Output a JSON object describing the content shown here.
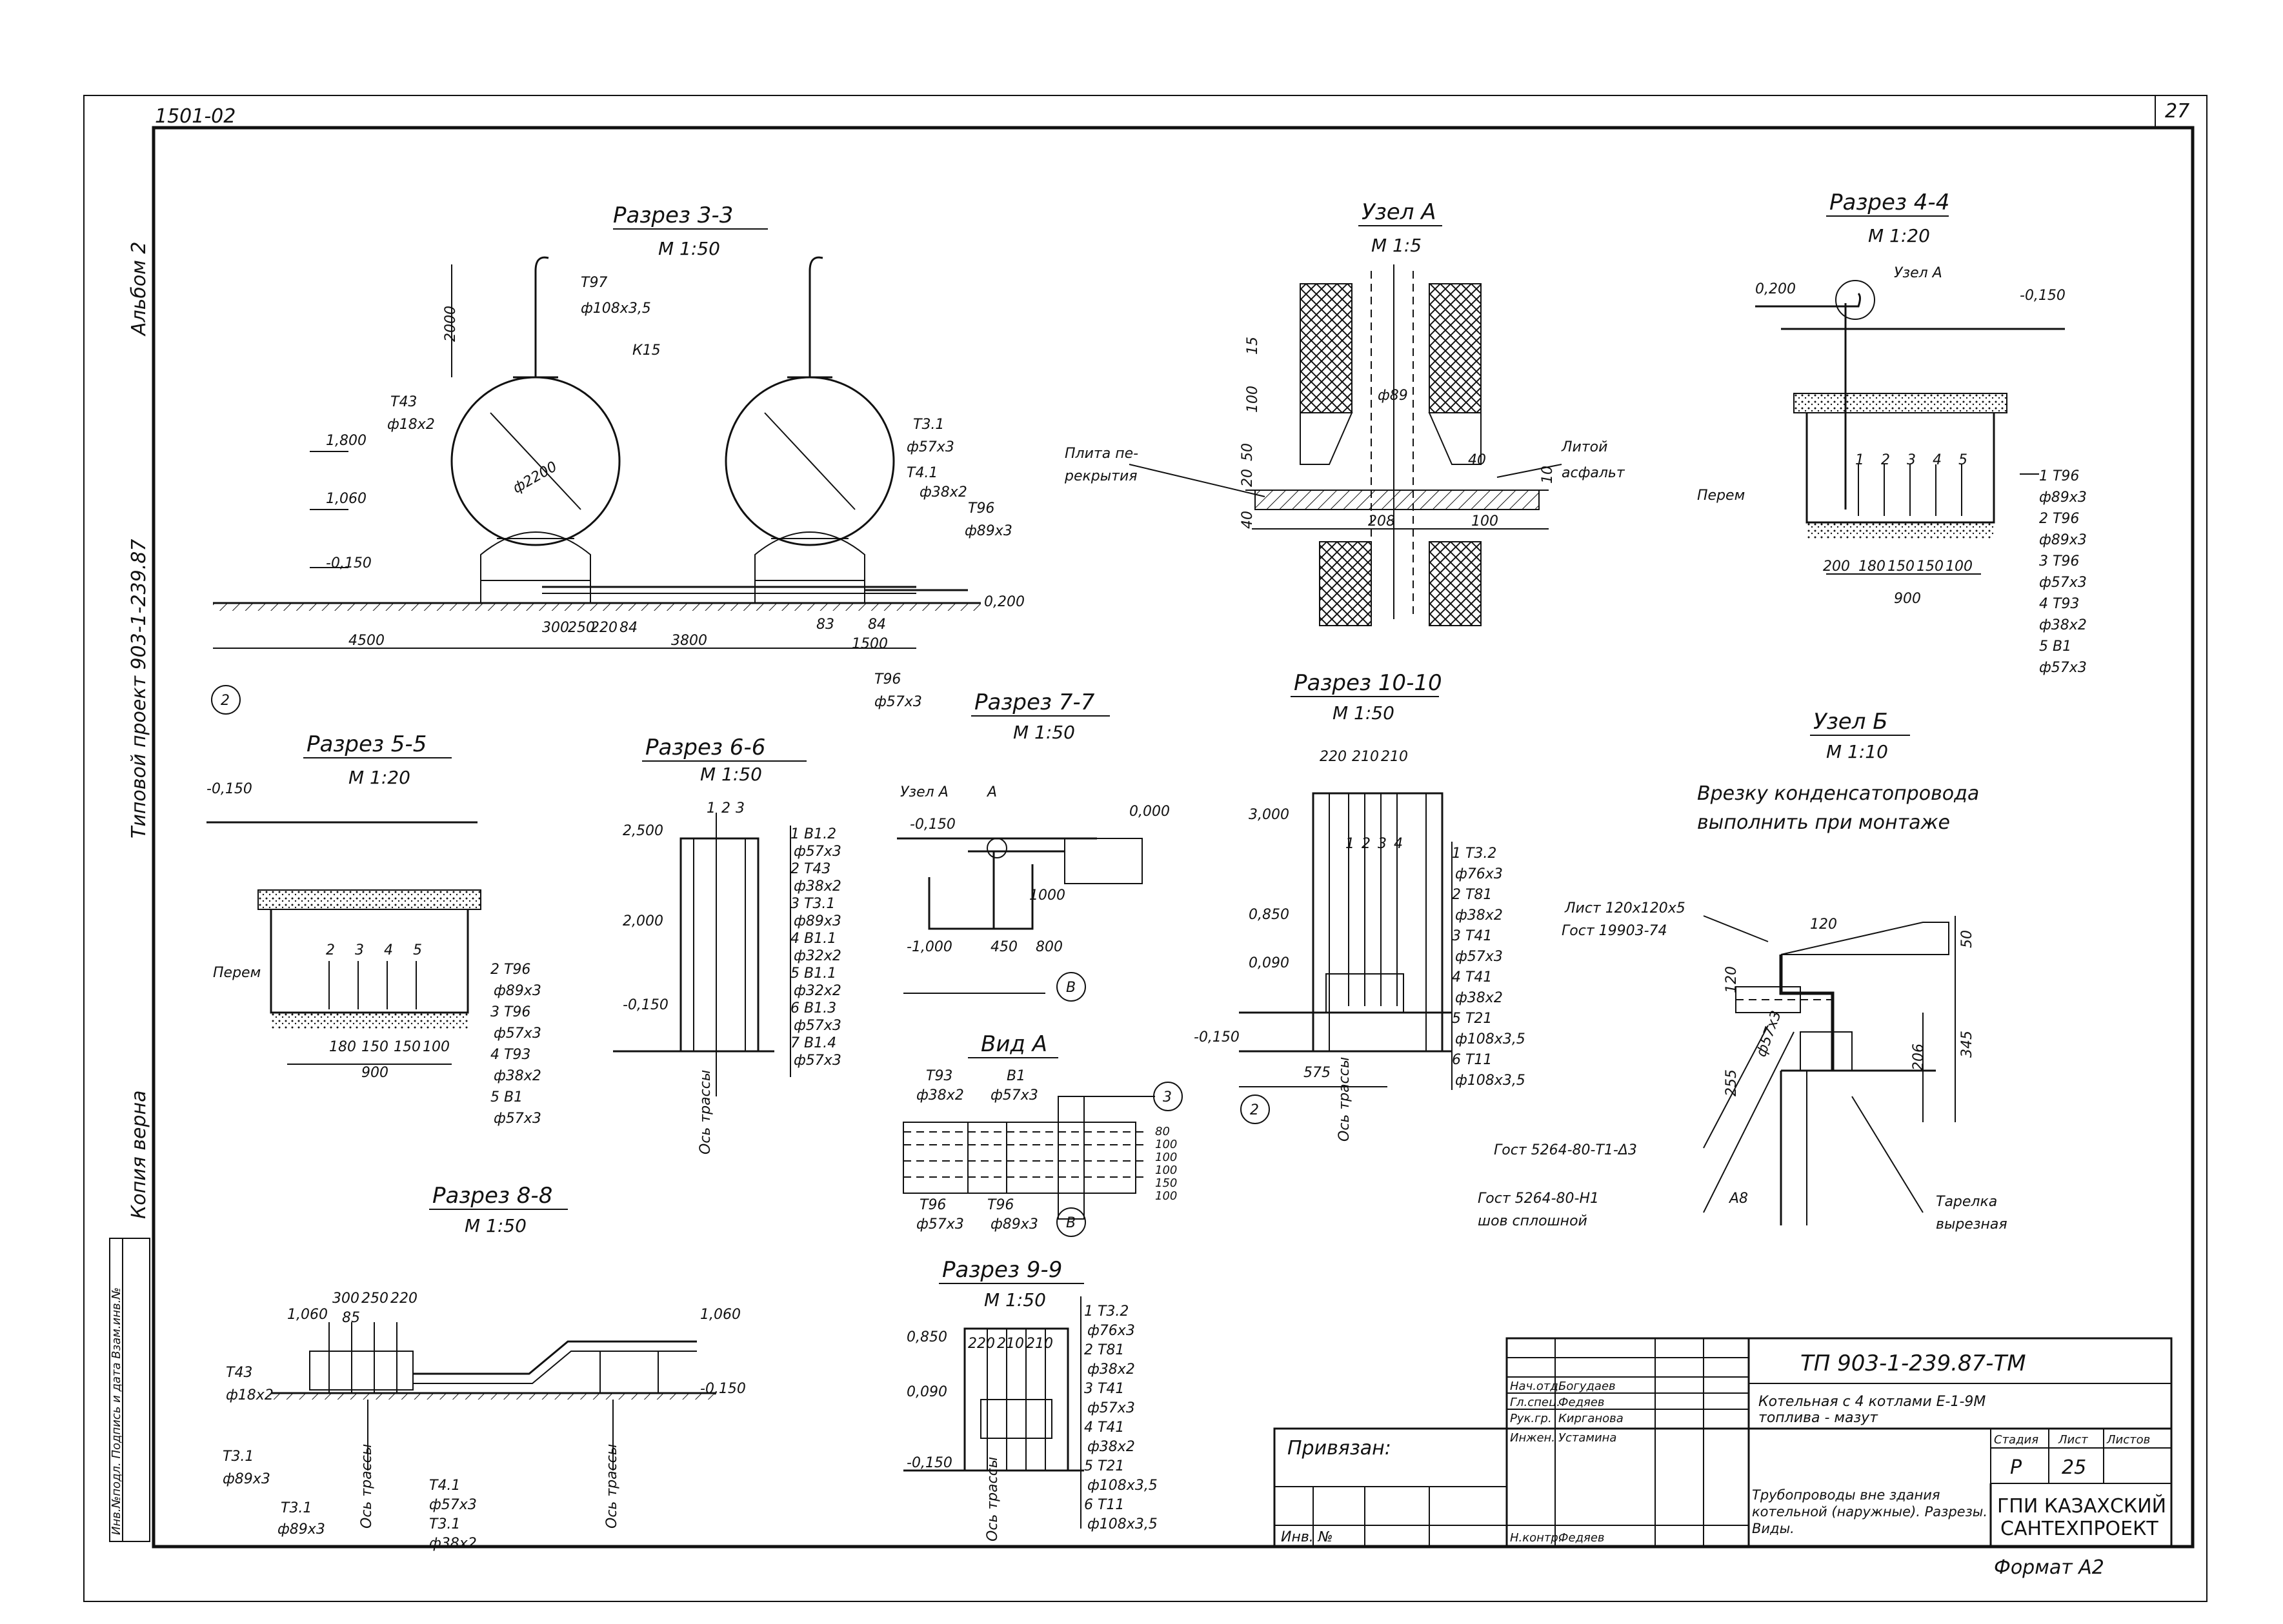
{
  "sheet": {
    "top_code": "1501-02",
    "sheet_number": "27",
    "format_label": "Формат А2",
    "side_labels": {
      "album": "Альбом 2",
      "project": "Типовой проект 903-1-239.87",
      "copy": "Копия верна",
      "stamp": "Инв.№подл.  Подпись и дата  Взам.инв.№"
    }
  },
  "views": {
    "razrez33": {
      "title": "Разрез 3-3",
      "scale": "М 1:50",
      "labels": [
        "2000",
        "Т97",
        "ф108х3,5",
        "К15",
        "Т43",
        "ф18х2",
        "1,800",
        "1,060",
        "-0,150",
        "ф2200",
        "Т3.1",
        "ф57х3",
        "Т4.1",
        "ф38х2",
        "Т96",
        "ф89х3",
        "0,200",
        "300",
        "250",
        "220",
        "84",
        "4500",
        "3800",
        "83",
        "84",
        "1500",
        "Т96",
        "ф57х3",
        "2"
      ]
    },
    "uzelA": {
      "title": "Узел А",
      "scale": "М 1:5",
      "labels": [
        "15",
        "100",
        "20",
        "50",
        "40",
        "ф89",
        "40",
        "10",
        "208",
        "100",
        "Плита пе-",
        "рекрытия",
        "Литой",
        "асфальт"
      ]
    },
    "razrez44": {
      "title": "Разрез 4-4",
      "scale": "М 1:20",
      "labels": [
        "0,200",
        "Узел А",
        "-0,150",
        "Перем",
        "1",
        "2",
        "3",
        "4",
        "5",
        "200",
        "180",
        "150",
        "150",
        "100",
        "900"
      ],
      "legend": [
        "1 Т96",
        "ф89х3",
        "2 Т96",
        "ф89х3",
        "3 Т96",
        "ф57х3",
        "4 Т93",
        "ф38х2",
        "5 В1",
        "ф57х3"
      ]
    },
    "razrez55": {
      "title": "Разрез 5-5",
      "scale": "М 1:20",
      "labels": [
        "-0,150",
        "Перем",
        "2",
        "3",
        "4",
        "5",
        "180",
        "150",
        "150",
        "100",
        "900"
      ],
      "legend": [
        "2 Т96",
        "ф89х3",
        "3 Т96",
        "ф57х3",
        "4 Т93",
        "ф38х2",
        "5 В1",
        "ф57х3"
      ]
    },
    "razrez66": {
      "title": "Разрез 6-6",
      "scale": "М 1:50",
      "labels": [
        "2,500",
        "1",
        "2",
        "3",
        "2,000",
        "-0,150",
        "Ось трассы"
      ],
      "legend": [
        "1 В1.2",
        "ф57х3",
        "2 Т43",
        "ф38х2",
        "3 Т3.1",
        "ф89х3",
        "4 В1.1",
        "ф32х2",
        "5 В1.1",
        "ф32х2",
        "6 В1.3",
        "ф57х3",
        "7 В1.4",
        "ф57х3"
      ]
    },
    "razrez77": {
      "title": "Разрез 7-7",
      "scale": "М 1:50",
      "labels": [
        "Узел А",
        "А",
        "-0,150",
        "0,000",
        "1000",
        "-1,000",
        "450",
        "800",
        "В"
      ]
    },
    "vidA": {
      "title": "Вид А",
      "labels": [
        "Т93",
        "ф38х2",
        "В1",
        "ф57х3",
        "3",
        "Т96",
        "ф57х3",
        "Т96",
        "ф89х3",
        "В",
        "80",
        "100",
        "100",
        "100",
        "150",
        "100"
      ]
    },
    "razrez1010": {
      "title": "Разрез 10-10",
      "scale": "М 1:50",
      "labels": [
        "220",
        "210",
        "210",
        "1",
        "2",
        "3",
        "4",
        "3,000",
        "0,850",
        "0,090",
        "-0,150",
        "575",
        "2",
        "Ось трассы"
      ],
      "legend": [
        "1 Т3.2",
        "ф76х3",
        "2 Т81",
        "ф38х2",
        "3 Т41",
        "ф57х3",
        "4 Т41",
        "ф38х2",
        "5 Т21",
        "ф108х3,5",
        "6 Т11",
        "ф108х3,5"
      ]
    },
    "uzelB": {
      "title": "Узел Б",
      "scale": "М 1:10",
      "note1": "Врезку конденсатопровода",
      "note2": "выполнить при монтаже",
      "labels": [
        "Лист 120х120х5",
        "Гост 19903-74",
        "120",
        "50",
        "120",
        "255",
        "206",
        "345",
        "ф57х3",
        "Гост 5264-80-Т1-Δ3",
        "Гост 5264-80-Н1",
        "шов сплошной",
        "А8",
        "Тарелка",
        "вырезная"
      ]
    },
    "razrez88": {
      "title": "Разрез 8-8",
      "scale": "М 1:50",
      "labels": [
        "1,060",
        "300",
        "250",
        "220",
        "85",
        "1,060",
        "-0,150",
        "Т43",
        "ф18х2",
        "Т3.1",
        "ф89х3",
        "Т3.1",
        "ф89х3",
        "Т4.1",
        "ф57х3",
        "Т3.1",
        "ф38х2",
        "Ось трассы",
        "Ось трассы"
      ]
    },
    "razrez99": {
      "title": "Разрез 9-9",
      "scale": "М 1:50",
      "labels": [
        "0,850",
        "220",
        "210",
        "210",
        "0,090",
        "-0,150",
        "Ось трассы"
      ],
      "legend": [
        "1 Т3.2",
        "ф76х3",
        "2 Т81",
        "ф38х2",
        "3 Т41",
        "ф57х3",
        "4 Т41",
        "ф38х2",
        "5 Т21",
        "ф108х3,5",
        "6 Т11",
        "ф108х3,5"
      ]
    }
  },
  "title_block": {
    "doc_code": "ТП 903-1-239.87-ТМ",
    "object_line1": "Котельная с 4 котлами Е-1-9М",
    "object_line2": "топлива - мазут",
    "signatures": [
      {
        "role": "Нач.отд.",
        "name": "Богудаев"
      },
      {
        "role": "Гл.спец.",
        "name": "Федяев"
      },
      {
        "role": "Рук.гр.",
        "name": "Кирганова"
      },
      {
        "role": "Инжен.",
        "name": "Устамина"
      }
    ],
    "privyazan": "Привязан:",
    "inv": "Инв. №",
    "n_kontr_role": "Н.контр.",
    "n_kontr_name": "Федяев",
    "stage_header": "Стадия",
    "sheet_header": "Лист",
    "sheets_header": "Листов",
    "stage": "Р",
    "sheet": "25",
    "sheets": "",
    "description": "Трубопроводы вне здания котельной (наружные). Разрезы. Виды.",
    "org_line1": "ГПИ КАЗАХСКИЙ",
    "org_line2": "САНТЕХПРОЕКТ"
  }
}
